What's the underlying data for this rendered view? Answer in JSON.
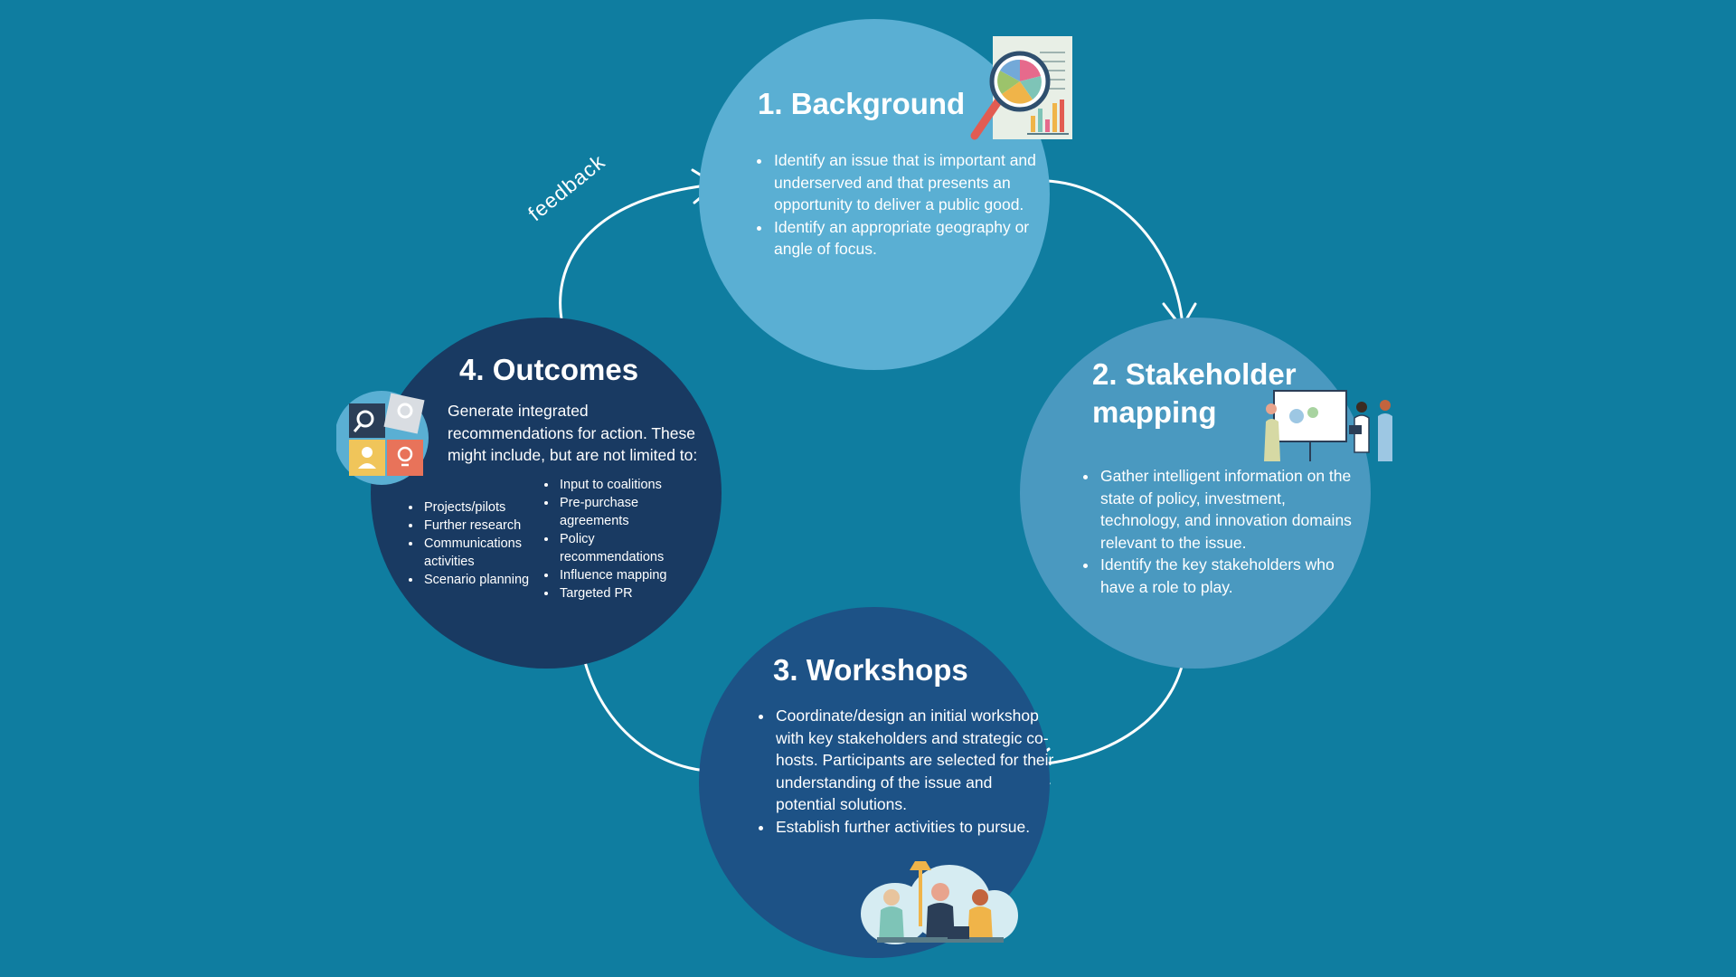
{
  "steps": [
    {
      "title": "1. Background",
      "bullets": [
        "Identify an issue that is important and underserved and that presents an opportunity to deliver a public good.",
        "Identify an appropriate geography or angle of focus."
      ]
    },
    {
      "title_line1": "2. Stakeholder",
      "title_line2": "mapping",
      "bullets": [
        "Gather intelligent information on the state of policy, investment, technology, and innovation domains relevant to the issue.",
        "Identify the key stakeholders who have a role to play."
      ]
    },
    {
      "title": "3. Workshops",
      "bullets": [
        "Coordinate/design an initial workshop with key stakeholders and strategic co-hosts. Participants are selected for their understanding of the issue and potential solutions.",
        "Establish further activities to pursue."
      ]
    },
    {
      "title": "4. Outcomes",
      "intro": "Generate integrated recommendations for action. These might include, but are not limited to:",
      "list_left": [
        "Projects/pilots",
        "Further research",
        "Communications activities",
        "Scenario planning"
      ],
      "list_right": [
        "Input to coalitions",
        "Pre-purchase agreements",
        "Policy recommendations",
        "Influence mapping",
        "Targeted PR"
      ]
    }
  ],
  "feedback_label": "feedback",
  "colors": {
    "background": "#0f7da0",
    "step1": "#5aafd3",
    "step2": "#4a99c0",
    "step3": "#1d5286",
    "step4": "#193a62"
  },
  "icons": [
    "magnifier-chart-icon",
    "team-whiteboard-icon",
    "team-meeting-icon",
    "puzzle-ideas-icon"
  ]
}
